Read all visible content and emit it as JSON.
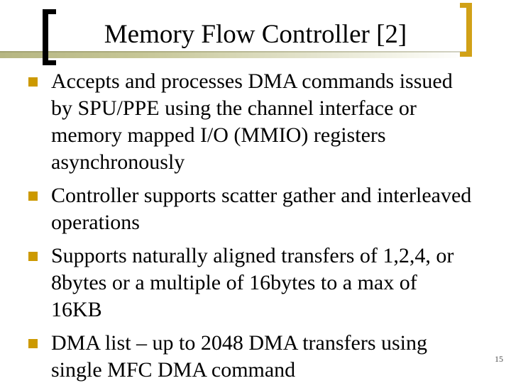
{
  "slide": {
    "title": "Memory Flow Controller [2]",
    "page_number": "15",
    "colors": {
      "gold_bullet": "#cc9900",
      "gold_bracket": "#d1a117",
      "band_left_tan": "#b6b682",
      "bracket_black": "#000000",
      "page_number_gray": "#4d4d4d"
    },
    "bullets": [
      {
        "lines": [
          "Accepts and processes DMA commands issued",
          "by SPU/PPE using the channel interface or",
          "memory mapped I/O (MMIO) registers",
          "asynchronously"
        ]
      },
      {
        "lines": [
          "Controller supports scatter gather and interleaved",
          "operations"
        ]
      },
      {
        "lines": [
          "Supports naturally aligned transfers of 1,2,4, or",
          "8bytes or a multiple of 16bytes to a max of",
          "16KB"
        ]
      },
      {
        "lines": [
          "DMA list – up to 2048 DMA transfers using",
          "single MFC DMA command"
        ]
      }
    ]
  }
}
